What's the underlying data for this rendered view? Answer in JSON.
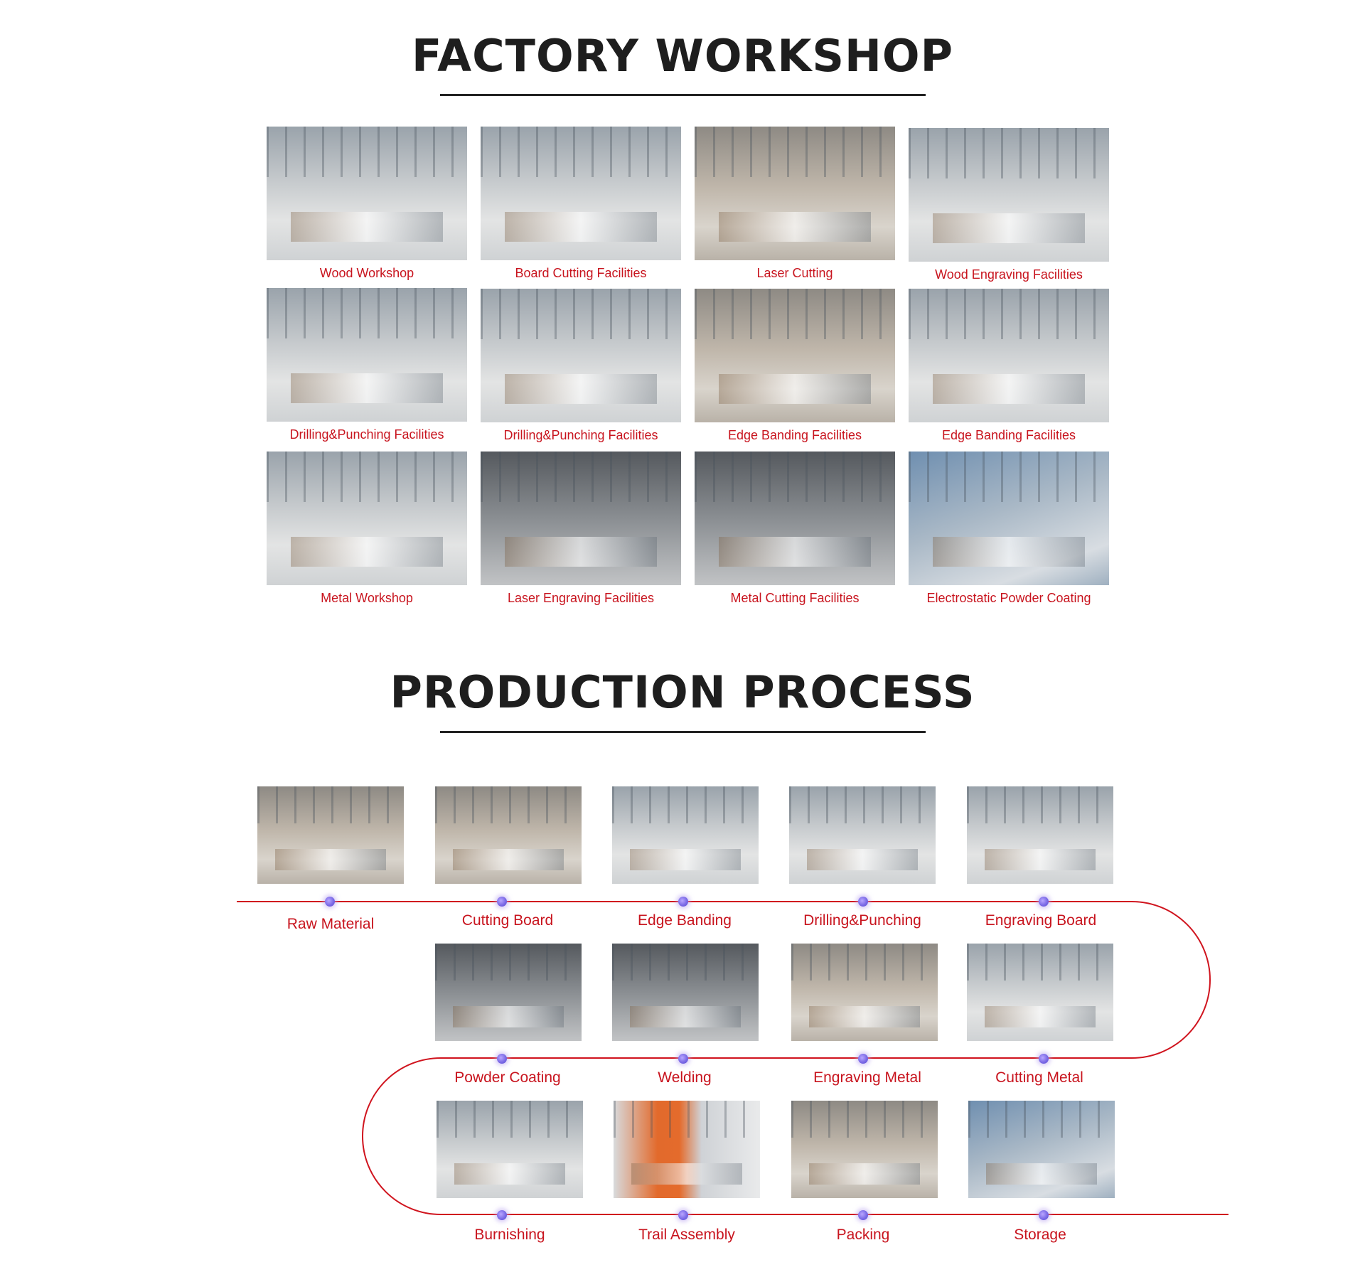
{
  "factory": {
    "title": "FACTORY WORKSHOP",
    "items": [
      {
        "label": "Wood Workshop"
      },
      {
        "label": "Board Cutting Facilities"
      },
      {
        "label": "Laser Cutting"
      },
      {
        "label": "Wood Engraving Facilities"
      },
      {
        "label": "Drilling&Punching Facilities"
      },
      {
        "label": "Drilling&Punching Facilities"
      },
      {
        "label": "Edge Banding Facilities"
      },
      {
        "label": "Edge Banding Facilities"
      },
      {
        "label": "Metal Workshop"
      },
      {
        "label": "Laser Engraving Facilities"
      },
      {
        "label": "Metal Cutting Facilities"
      },
      {
        "label": "Electrostatic Powder Coating"
      }
    ]
  },
  "process": {
    "title": "PRODUCTION PROCESS",
    "steps": [
      {
        "label": "Raw Material"
      },
      {
        "label": "Cutting Board"
      },
      {
        "label": "Edge Banding"
      },
      {
        "label": "Drilling&Punching"
      },
      {
        "label": "Engraving Board"
      },
      {
        "label": "Powder Coating"
      },
      {
        "label": "Welding"
      },
      {
        "label": "Engraving Metal"
      },
      {
        "label": "Cutting Metal"
      },
      {
        "label": "Burnishing"
      },
      {
        "label": "Trail Assembly"
      },
      {
        "label": "Packing"
      },
      {
        "label": "Storage"
      }
    ]
  },
  "colors": {
    "title": "#1e1e1e",
    "label": "#c8141e",
    "flow_line": "#d0141e",
    "dot": "#7b6ae6"
  }
}
